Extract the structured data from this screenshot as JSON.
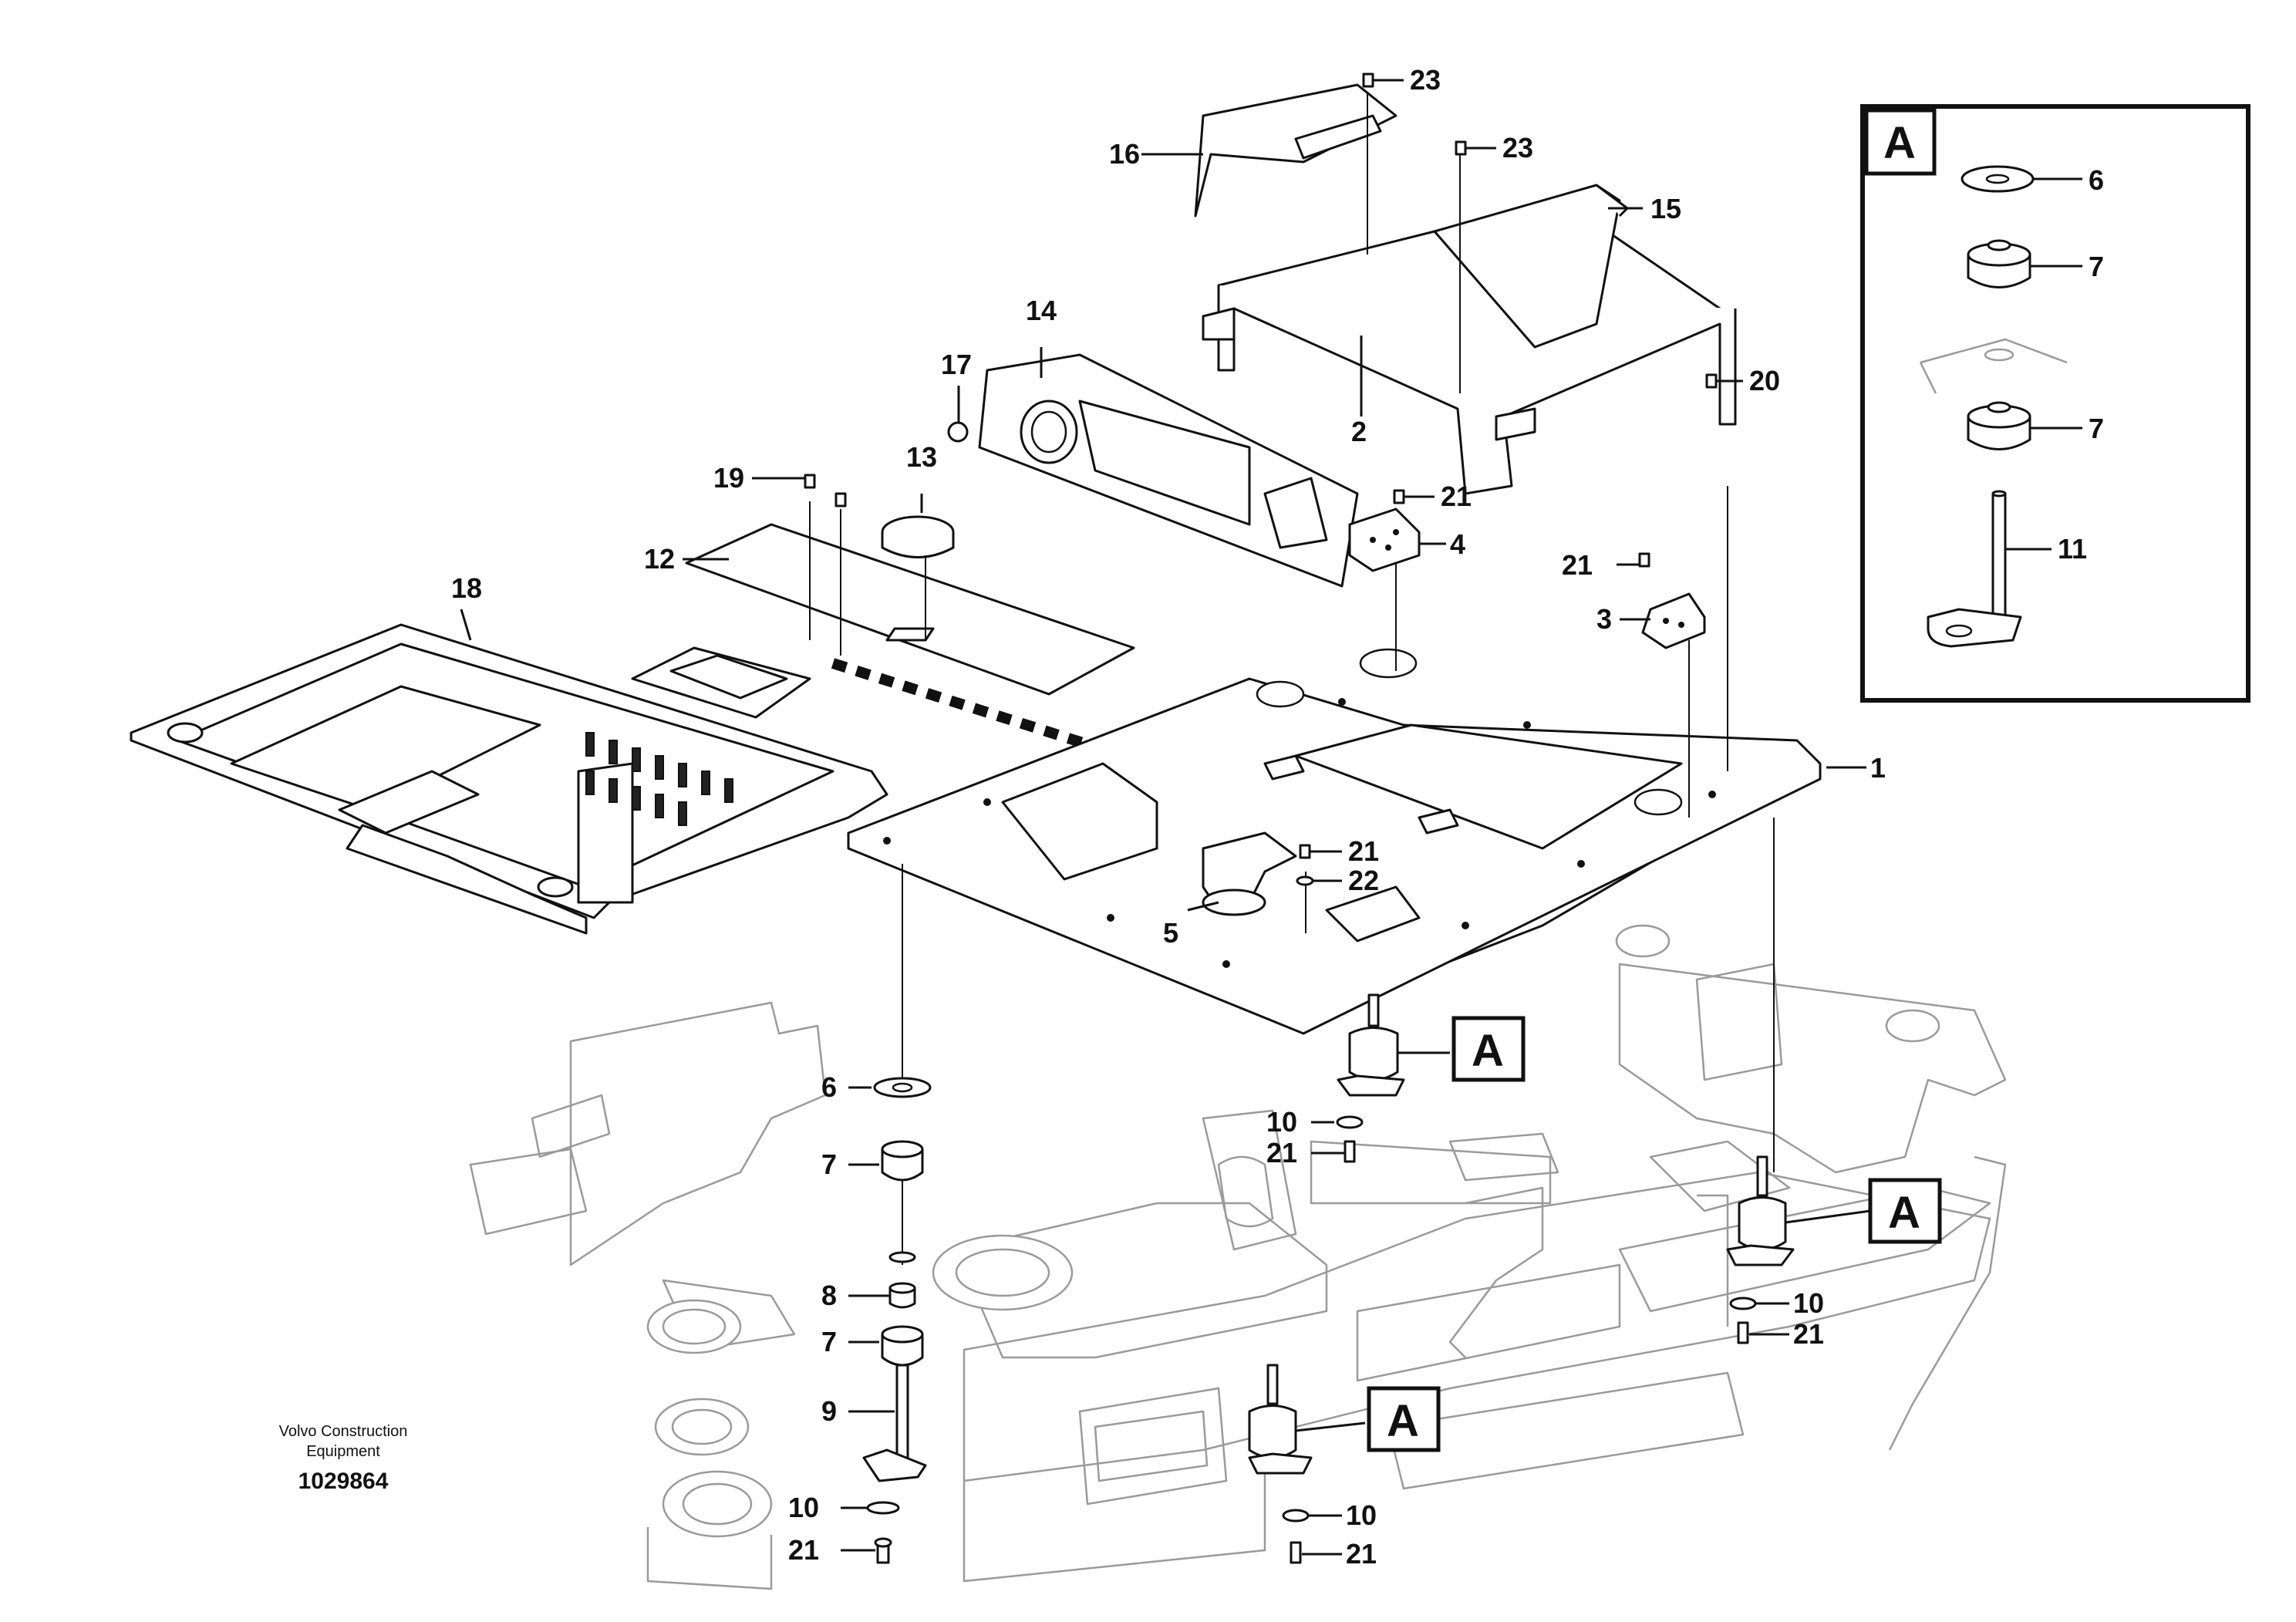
{
  "detail_tags": {
    "box_letter": "A",
    "tag_1": "A",
    "tag_2": "A",
    "tag_3": "A"
  },
  "callouts": {
    "c1": "1",
    "c2": "2",
    "c3": "3",
    "c4": "4",
    "c5": "5",
    "c6": "6",
    "c7a": "7",
    "c7b": "7",
    "c8": "8",
    "c9": "9",
    "c10a": "10",
    "c10b": "10",
    "c10c": "10",
    "c10d": "10",
    "c12": "12",
    "c13": "13",
    "c14": "14",
    "c15": "15",
    "c16": "16",
    "c17": "17",
    "c18": "18",
    "c19": "19",
    "c20": "20",
    "c21a": "21",
    "c21b": "21",
    "c21c": "21",
    "c21d": "21",
    "c21e": "21",
    "c21f": "21",
    "c21g": "21",
    "c22": "22",
    "c23a": "23",
    "c23b": "23"
  },
  "detail_callouts": {
    "d6": "6",
    "d7a": "7",
    "d7b": "7",
    "d11": "11"
  },
  "footer": {
    "company_line1": "Volvo Construction",
    "company_line2": "Equipment",
    "drawing_number": "1029864"
  }
}
